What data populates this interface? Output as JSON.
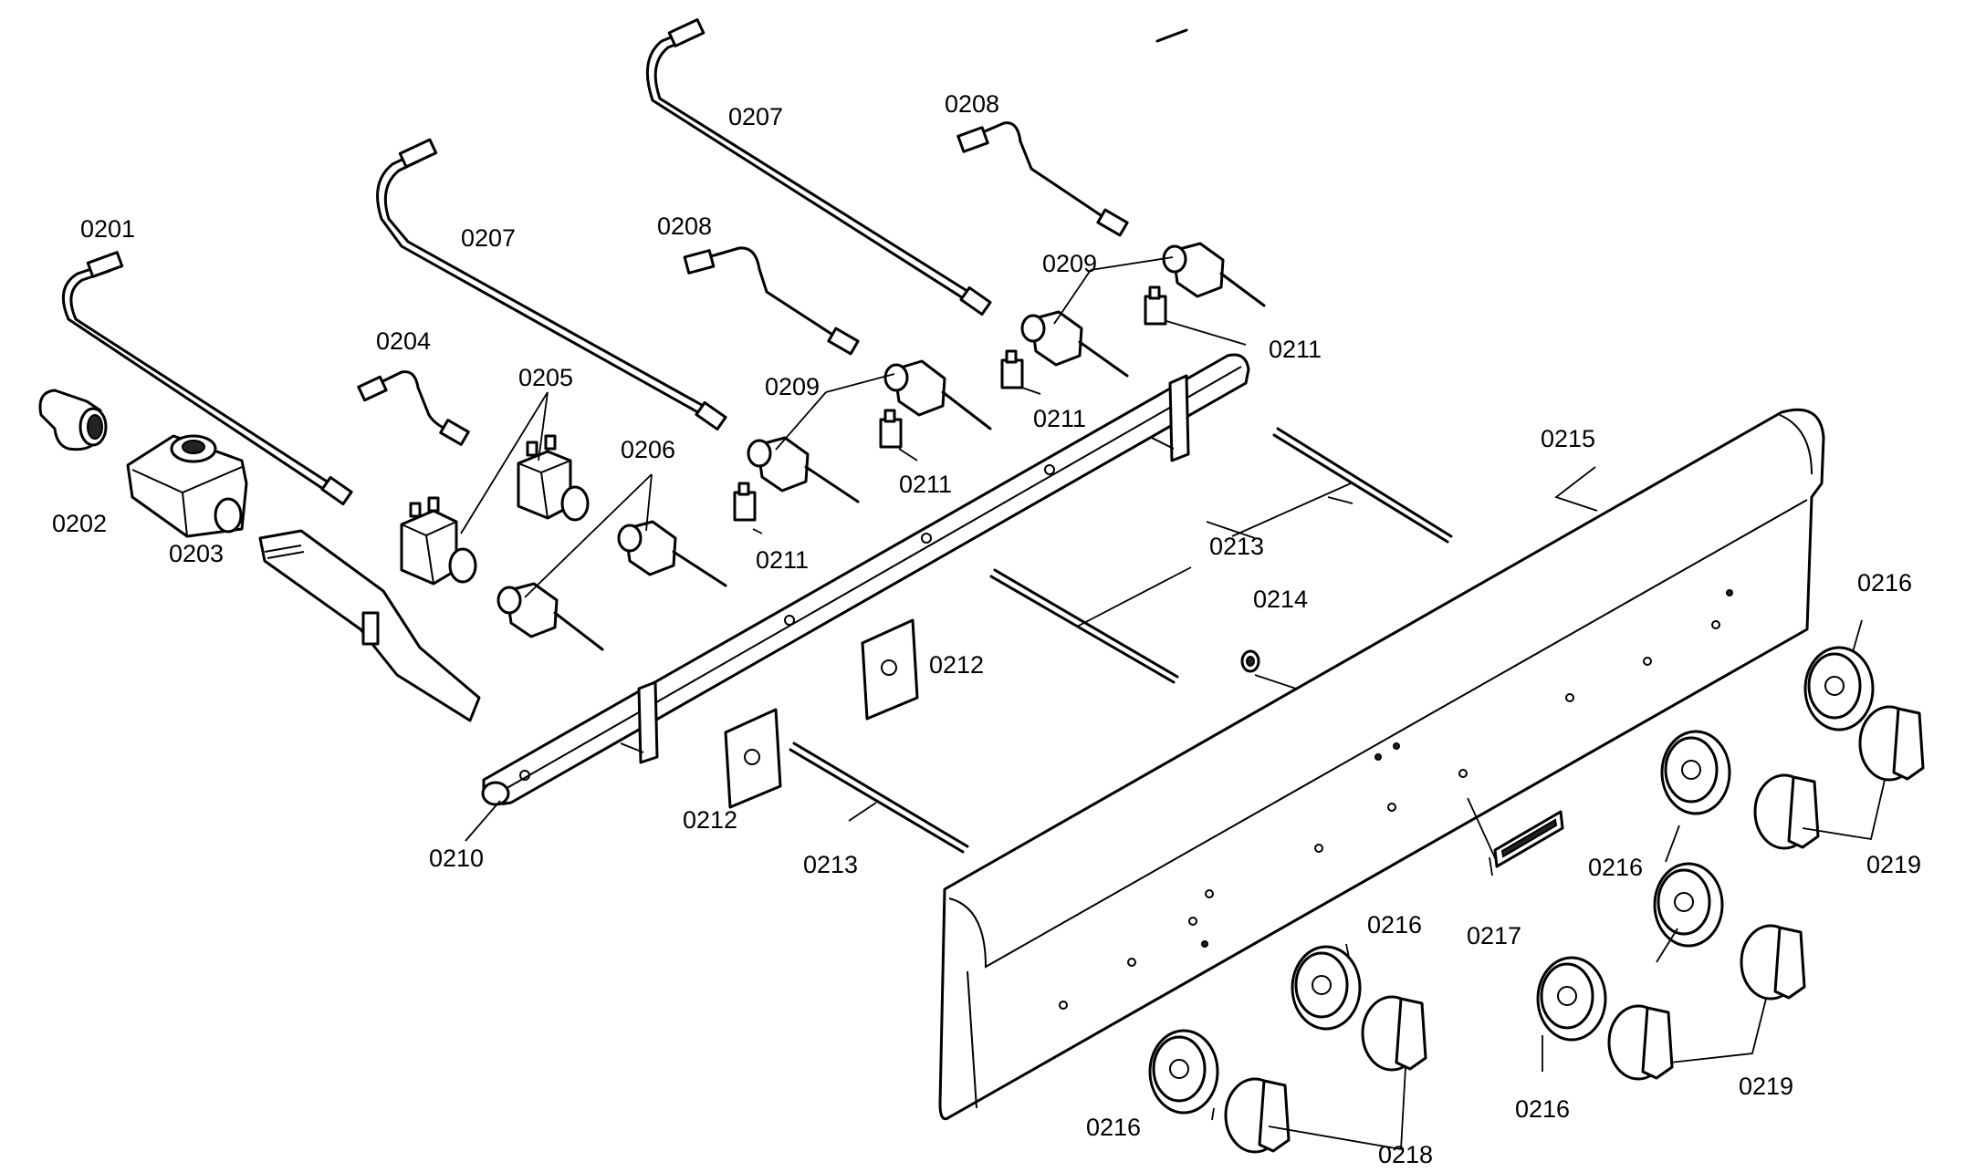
{
  "labels": {
    "l0201": "0201",
    "l0202": "0202",
    "l0203": "0203",
    "l0204": "0204",
    "l0205": "0205",
    "l0206": "0206",
    "l0207a": "0207",
    "l0207b": "0207",
    "l0208a": "0208",
    "l0208b": "0208",
    "l0209a": "0209",
    "l0209b": "0209",
    "l0210": "0210",
    "l0211a": "0211",
    "l0211b": "0211",
    "l0211c": "0211",
    "l0211d": "0211",
    "l0212a": "0212",
    "l0212b": "0212",
    "l0213a": "0213",
    "l0213b": "0213",
    "l0214": "0214",
    "l0215": "0215",
    "l0216a": "0216",
    "l0216b": "0216",
    "l0216c": "0216",
    "l0216d": "0216",
    "l0216e": "0216",
    "l0217": "0217",
    "l0218": "0218",
    "l0219a": "0219",
    "l0219b": "0219"
  }
}
